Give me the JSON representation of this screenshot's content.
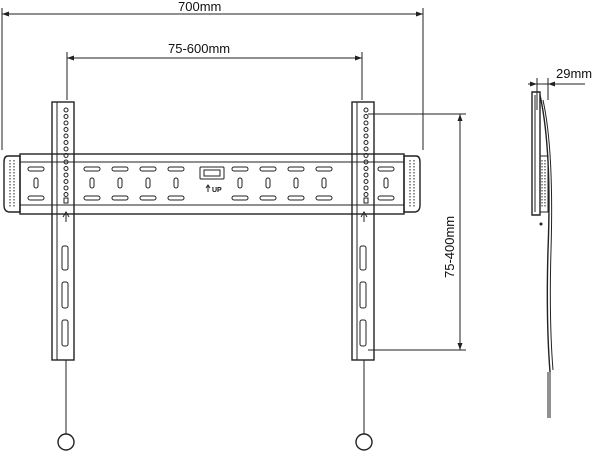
{
  "dimensions": {
    "overall_width": "700mm",
    "hole_span_horizontal": "75-600mm",
    "hole_span_vertical": "75-400mm",
    "depth": "29mm"
  },
  "plate_label": "UP"
}
